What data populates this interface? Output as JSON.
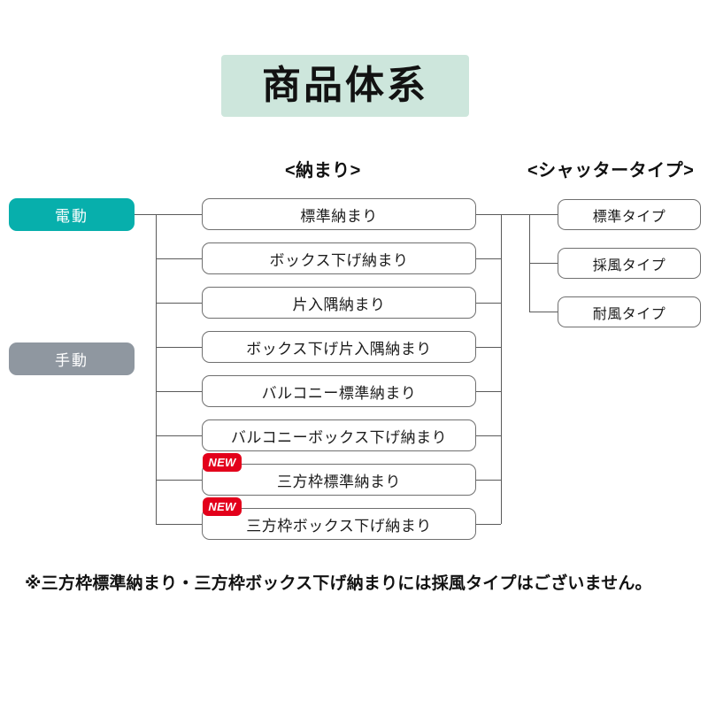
{
  "title": "商品体系",
  "headers": {
    "osamari": "<納まり>",
    "shutter": "<シャッタータイプ>"
  },
  "modes": [
    {
      "label": "電動",
      "color": "#07afac"
    },
    {
      "label": "手動",
      "color": "#8f97a0"
    }
  ],
  "osamari_items": [
    {
      "label": "標準納まり",
      "new": false
    },
    {
      "label": "ボックス下げ納まり",
      "new": false
    },
    {
      "label": "片入隅納まり",
      "new": false
    },
    {
      "label": "ボックス下げ片入隅納まり",
      "new": false
    },
    {
      "label": "バルコニー標準納まり",
      "new": false
    },
    {
      "label": "バルコニーボックス下げ納まり",
      "new": false
    },
    {
      "label": "三方枠標準納まり",
      "new": true
    },
    {
      "label": "三方枠ボックス下げ納まり",
      "new": true
    }
  ],
  "shutter_items": [
    {
      "label": "標準タイプ"
    },
    {
      "label": "採風タイプ"
    },
    {
      "label": "耐風タイプ"
    }
  ],
  "new_badge_label": "NEW",
  "footnote": "※三方枠標準納まり・三方枠ボックス下げ納まりには採風タイプはございません。",
  "colors": {
    "title_background": "#cde6dc",
    "electric": "#07afac",
    "manual": "#8f97a0",
    "new_badge": "#e3001b",
    "line": "#5a5a5a",
    "node_border": "#6f6f6f"
  }
}
